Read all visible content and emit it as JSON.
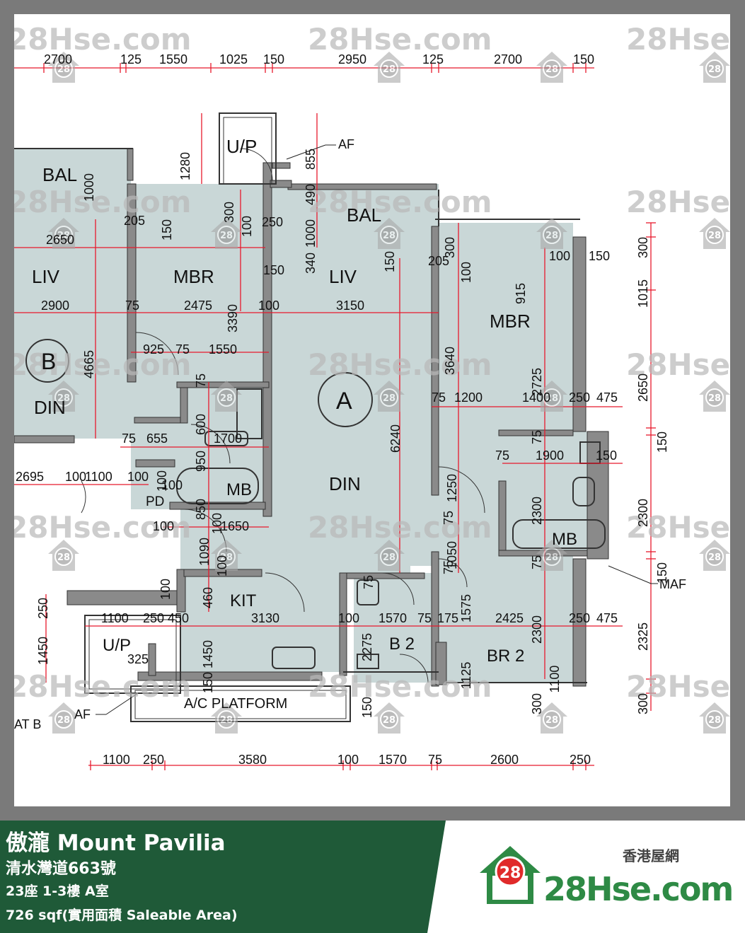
{
  "watermark": {
    "text": "28Hse.com",
    "badge": "28"
  },
  "plan": {
    "rooms": [
      {
        "id": "bal-b",
        "label": "BAL"
      },
      {
        "id": "liv-b",
        "label": "LIV"
      },
      {
        "id": "din-b",
        "label": "DIN"
      },
      {
        "id": "flat-b",
        "label": "B"
      },
      {
        "id": "mbr-left",
        "label": "MBR"
      },
      {
        "id": "mb-left",
        "label": "MB"
      },
      {
        "id": "pd",
        "label": "PD"
      },
      {
        "id": "kit",
        "label": "KIT"
      },
      {
        "id": "up-top",
        "label": "U/P"
      },
      {
        "id": "up-bottom",
        "label": "U/P"
      },
      {
        "id": "ac-platform",
        "label": "A/C  PLATFORM"
      },
      {
        "id": "bal-a",
        "label": "BAL"
      },
      {
        "id": "liv-a",
        "label": "LIV"
      },
      {
        "id": "flat-a",
        "label": "A"
      },
      {
        "id": "din-a",
        "label": "DIN"
      },
      {
        "id": "mbr-right",
        "label": "MBR"
      },
      {
        "id": "mb-right",
        "label": "MB"
      },
      {
        "id": "b2",
        "label": "B  2"
      },
      {
        "id": "br2",
        "label": "BR  2"
      },
      {
        "id": "af-top",
        "label": "AF"
      },
      {
        "id": "af-bottom",
        "label": "AF"
      },
      {
        "id": "maf",
        "label": "MAF"
      },
      {
        "id": "flat-b-note",
        "label": "AT  B"
      }
    ],
    "dimensions": [
      {
        "id": "top-1",
        "label": "2700"
      },
      {
        "id": "top-2",
        "label": "125"
      },
      {
        "id": "top-3",
        "label": "1550"
      },
      {
        "id": "top-4",
        "label": "1025"
      },
      {
        "id": "top-5",
        "label": "150"
      },
      {
        "id": "top-6",
        "label": "2950"
      },
      {
        "id": "top-7",
        "label": "125"
      },
      {
        "id": "top-8",
        "label": "2700"
      },
      {
        "id": "top-9",
        "label": "150"
      },
      {
        "id": "d-1280",
        "label": "1280"
      },
      {
        "id": "d-855",
        "label": "855"
      },
      {
        "id": "d-490",
        "label": "490"
      },
      {
        "id": "d-1000a",
        "label": "1000"
      },
      {
        "id": "d-300a",
        "label": "300"
      },
      {
        "id": "d-100a",
        "label": "100"
      },
      {
        "id": "d-205a",
        "label": "205"
      },
      {
        "id": "d-150a",
        "label": "150"
      },
      {
        "id": "d-2650a",
        "label": "2650"
      },
      {
        "id": "d-250a",
        "label": "250"
      },
      {
        "id": "d-1000b",
        "label": "1000"
      },
      {
        "id": "d-340",
        "label": "340"
      },
      {
        "id": "d-150b",
        "label": "150"
      },
      {
        "id": "d-150c",
        "label": "150"
      },
      {
        "id": "d-300b",
        "label": "300"
      },
      {
        "id": "d-205b",
        "label": "205"
      },
      {
        "id": "d-100b",
        "label": "100"
      },
      {
        "id": "d-915",
        "label": "915"
      },
      {
        "id": "d-100c",
        "label": "100"
      },
      {
        "id": "d-150d",
        "label": "150"
      },
      {
        "id": "d-1015",
        "label": "1015"
      },
      {
        "id": "d-300c",
        "label": "300"
      },
      {
        "id": "d-3390",
        "label": "3390"
      },
      {
        "id": "d-2900",
        "label": "2900"
      },
      {
        "id": "d-75a",
        "label": "75"
      },
      {
        "id": "d-2475",
        "label": "2475"
      },
      {
        "id": "d-100d",
        "label": "100"
      },
      {
        "id": "d-3150",
        "label": "3150"
      },
      {
        "id": "d-4665",
        "label": "4665"
      },
      {
        "id": "d-3640",
        "label": "3640"
      },
      {
        "id": "d-925",
        "label": "925"
      },
      {
        "id": "d-75b",
        "label": "75"
      },
      {
        "id": "d-1550b",
        "label": "1550"
      },
      {
        "id": "d-75c",
        "label": "75"
      },
      {
        "id": "d-2725",
        "label": "2725"
      },
      {
        "id": "d-2650b",
        "label": "2650"
      },
      {
        "id": "d-600",
        "label": "600"
      },
      {
        "id": "d-6240",
        "label": "6240"
      },
      {
        "id": "d-75d",
        "label": "75"
      },
      {
        "id": "d-1200",
        "label": "1200"
      },
      {
        "id": "d-1400",
        "label": "1400"
      },
      {
        "id": "d-250b",
        "label": "250"
      },
      {
        "id": "d-475a",
        "label": "475"
      },
      {
        "id": "d-150e",
        "label": "150"
      },
      {
        "id": "d-75e",
        "label": "75"
      },
      {
        "id": "d-655",
        "label": "655"
      },
      {
        "id": "d-950",
        "label": "950"
      },
      {
        "id": "d-1700",
        "label": "1700"
      },
      {
        "id": "d-75f",
        "label": "75"
      },
      {
        "id": "d-75g",
        "label": "75"
      },
      {
        "id": "d-1900",
        "label": "1900"
      },
      {
        "id": "d-150f",
        "label": "150"
      },
      {
        "id": "d-1250",
        "label": "1250"
      },
      {
        "id": "d-2695",
        "label": "2695"
      },
      {
        "id": "d-100e",
        "label": "100"
      },
      {
        "id": "d-1100a",
        "label": "1100"
      },
      {
        "id": "d-100f",
        "label": "100"
      },
      {
        "id": "d-100g",
        "label": "100"
      },
      {
        "id": "d-100h",
        "label": "100"
      },
      {
        "id": "d-850",
        "label": "850"
      },
      {
        "id": "d-100i",
        "label": "100"
      },
      {
        "id": "d-2300a",
        "label": "2300"
      },
      {
        "id": "d-2300b",
        "label": "2300"
      },
      {
        "id": "d-75h",
        "label": "75"
      },
      {
        "id": "d-100j",
        "label": "100"
      },
      {
        "id": "d-1650",
        "label": "1650"
      },
      {
        "id": "d-1090",
        "label": "1090"
      },
      {
        "id": "d-100k",
        "label": "100"
      },
      {
        "id": "d-1050",
        "label": "1050"
      },
      {
        "id": "d-75i",
        "label": "75"
      },
      {
        "id": "d-75j",
        "label": "75"
      },
      {
        "id": "d-150g",
        "label": "150"
      },
      {
        "id": "d-100l",
        "label": "100"
      },
      {
        "id": "d-460",
        "label": "460"
      },
      {
        "id": "d-75k",
        "label": "75"
      },
      {
        "id": "d-1575",
        "label": "1575"
      },
      {
        "id": "d-250c",
        "label": "250"
      },
      {
        "id": "d-1100b",
        "label": "1100"
      },
      {
        "id": "d-250d",
        "label": "250"
      },
      {
        "id": "d-450",
        "label": "450"
      },
      {
        "id": "d-3130",
        "label": "3130"
      },
      {
        "id": "d-100m",
        "label": "100"
      },
      {
        "id": "d-1570a",
        "label": "1570"
      },
      {
        "id": "d-75l",
        "label": "75"
      },
      {
        "id": "d-175",
        "label": "175"
      },
      {
        "id": "d-2425",
        "label": "2425"
      },
      {
        "id": "d-250e",
        "label": "250"
      },
      {
        "id": "d-475b",
        "label": "475"
      },
      {
        "id": "d-2325",
        "label": "2325"
      },
      {
        "id": "d-1450a",
        "label": "1450"
      },
      {
        "id": "d-1450b",
        "label": "1450"
      },
      {
        "id": "d-325",
        "label": "325"
      },
      {
        "id": "d-2275",
        "label": "2275"
      },
      {
        "id": "d-2300c",
        "label": "2300"
      },
      {
        "id": "d-1125",
        "label": "1125"
      },
      {
        "id": "d-1100c",
        "label": "1100"
      },
      {
        "id": "d-150h",
        "label": "150"
      },
      {
        "id": "d-150i",
        "label": "150"
      },
      {
        "id": "d-300d",
        "label": "300"
      },
      {
        "id": "d-300e",
        "label": "300"
      },
      {
        "id": "bot-1",
        "label": "1100"
      },
      {
        "id": "bot-2",
        "label": "250"
      },
      {
        "id": "bot-3",
        "label": "3580"
      },
      {
        "id": "bot-4",
        "label": "100"
      },
      {
        "id": "bot-5",
        "label": "1570"
      },
      {
        "id": "bot-6",
        "label": "75"
      },
      {
        "id": "bot-7",
        "label": "2600"
      },
      {
        "id": "bot-8",
        "label": "250"
      }
    ]
  },
  "footer": {
    "title": "傲瀧 Mount Pavilia",
    "address": "清水灣道663號",
    "unit": "23座 1-3樓 A室",
    "area": "726 sqf(實用面積 Saleable Area)",
    "brand_cn": "香港屋網",
    "brand_name": "28Hse.com",
    "brand_badge": "28"
  },
  "colors": {
    "fill": "#c9d7d7",
    "wall": "#8a8a8a",
    "dim": "#e8192c",
    "footer": "#1f5a38",
    "brand": "#2e8a45"
  }
}
